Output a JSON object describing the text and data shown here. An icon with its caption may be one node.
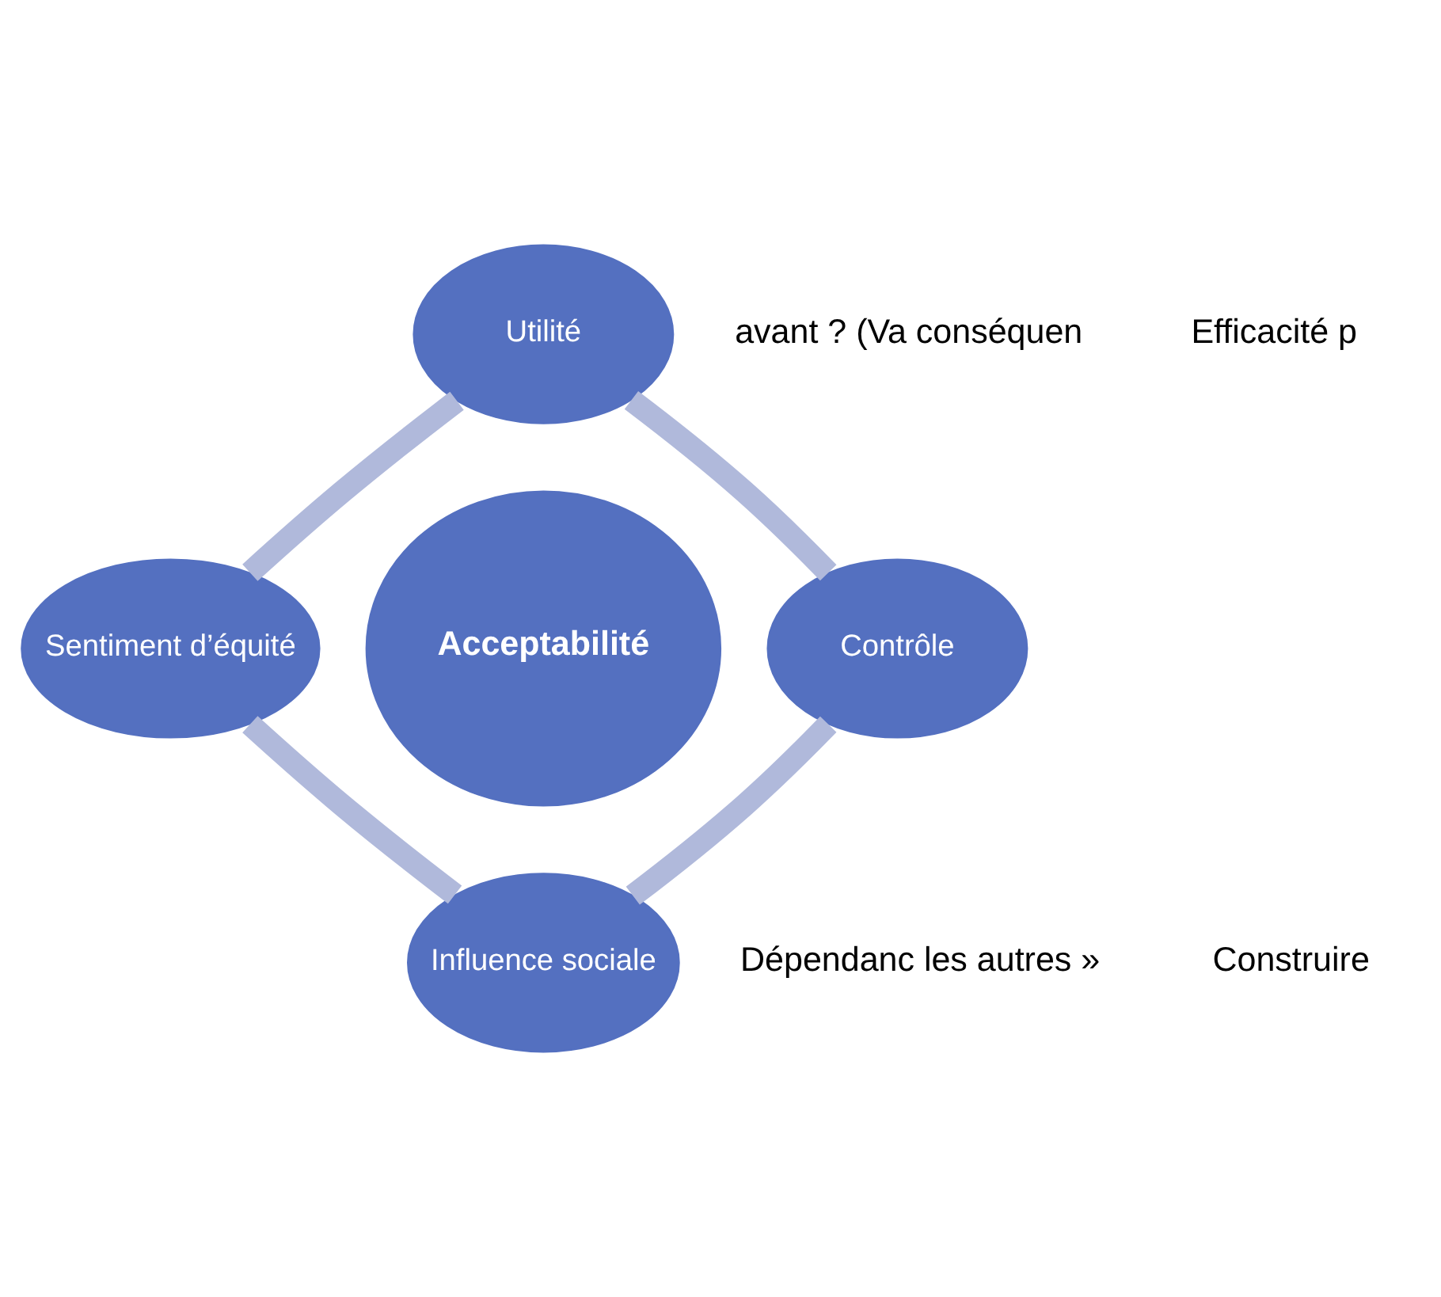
{
  "diagram": {
    "nodes": [
      {
        "text": [
          "Utilité"
        ]
      },
      {
        "text": [
          "Sentiment d’équité"
        ]
      },
      {
        "text": [
          "Acceptabilité"
        ]
      },
      {
        "text": [
          "Contrôle"
        ]
      },
      {
        "text": [
          "Influence sociale"
        ]
      }
    ],
    "edges": [
      {
        "from": 0,
        "to": 3,
        "arrow": "none"
      },
      {
        "from": 3,
        "to": 4,
        "arrow": "none"
      },
      {
        "from": 4,
        "to": 1,
        "arrow": "none"
      },
      {
        "from": 1,
        "to": 0,
        "arrow": "none"
      }
    ],
    "labels": [
      "avant ? (Va conséquen",
      "Efficacité p",
      "Dépendanc les autres »",
      "Construire"
    ]
  }
}
